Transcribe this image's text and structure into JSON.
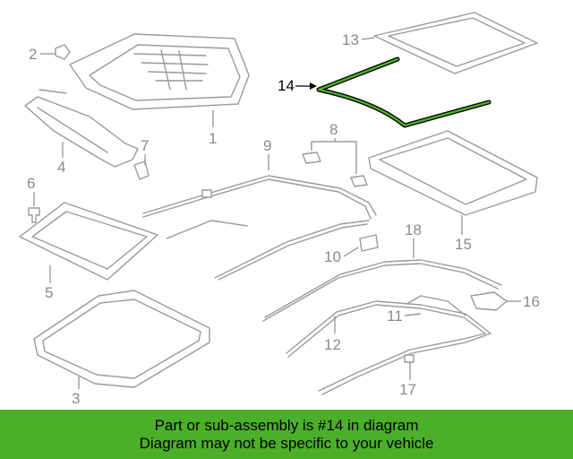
{
  "callouts": {
    "c1": "1",
    "c2": "2",
    "c3": "3",
    "c4": "4",
    "c5": "5",
    "c6": "6",
    "c7": "7",
    "c8": "8",
    "c9": "9",
    "c10": "10",
    "c11": "11",
    "c12": "12",
    "c13": "13",
    "c14": "14",
    "c15": "15",
    "c16": "16",
    "c17": "17",
    "c18": "18"
  },
  "highlight": {
    "part": "14",
    "color": "#4caf2a"
  },
  "banner": {
    "line1": "Part or sub-assembly is #14 in diagram",
    "line2": "Diagram may not be specific to your vehicle",
    "background": "#4caf2a"
  }
}
